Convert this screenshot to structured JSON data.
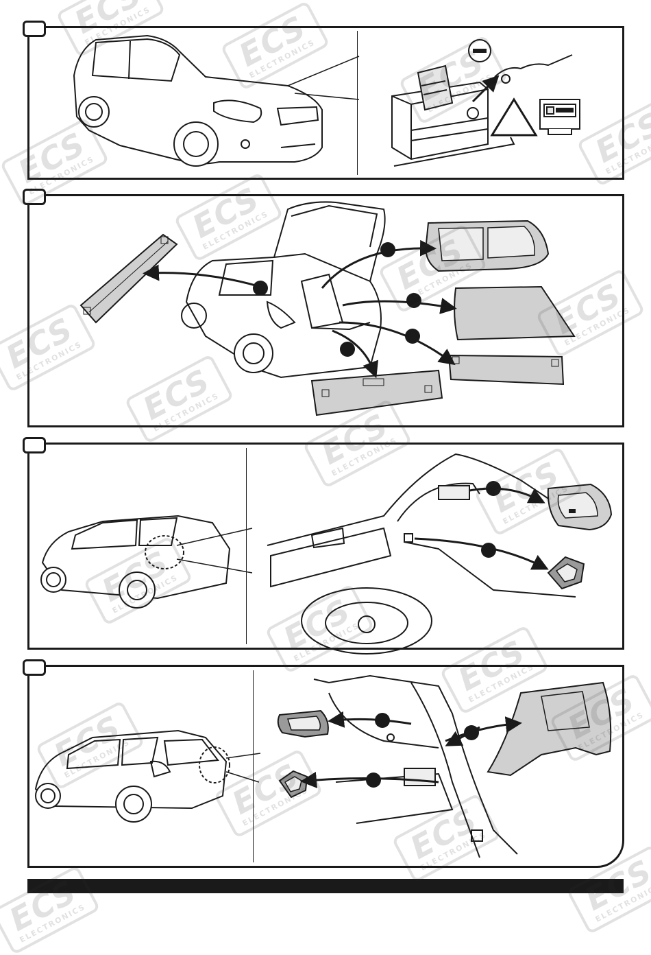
{
  "watermark": {
    "logo": "ECS",
    "subtitle": "ELECTRONICS"
  },
  "panels": [
    {
      "id": "step-1",
      "caption": ""
    },
    {
      "id": "step-2",
      "caption": ""
    },
    {
      "id": "step-3",
      "caption": ""
    },
    {
      "id": "step-4",
      "caption": ""
    }
  ],
  "icons": {
    "battery_symbol": "minus-sign",
    "warning_symbol": "warning-triangle",
    "display_symbol": "radio-display"
  },
  "symbols": {
    "minus": "–"
  },
  "colors": {
    "line": "#1a1a1a",
    "part_fill": "#d0d0d0",
    "part_fill_dark": "#9a9a9a",
    "background": "#ffffff"
  }
}
